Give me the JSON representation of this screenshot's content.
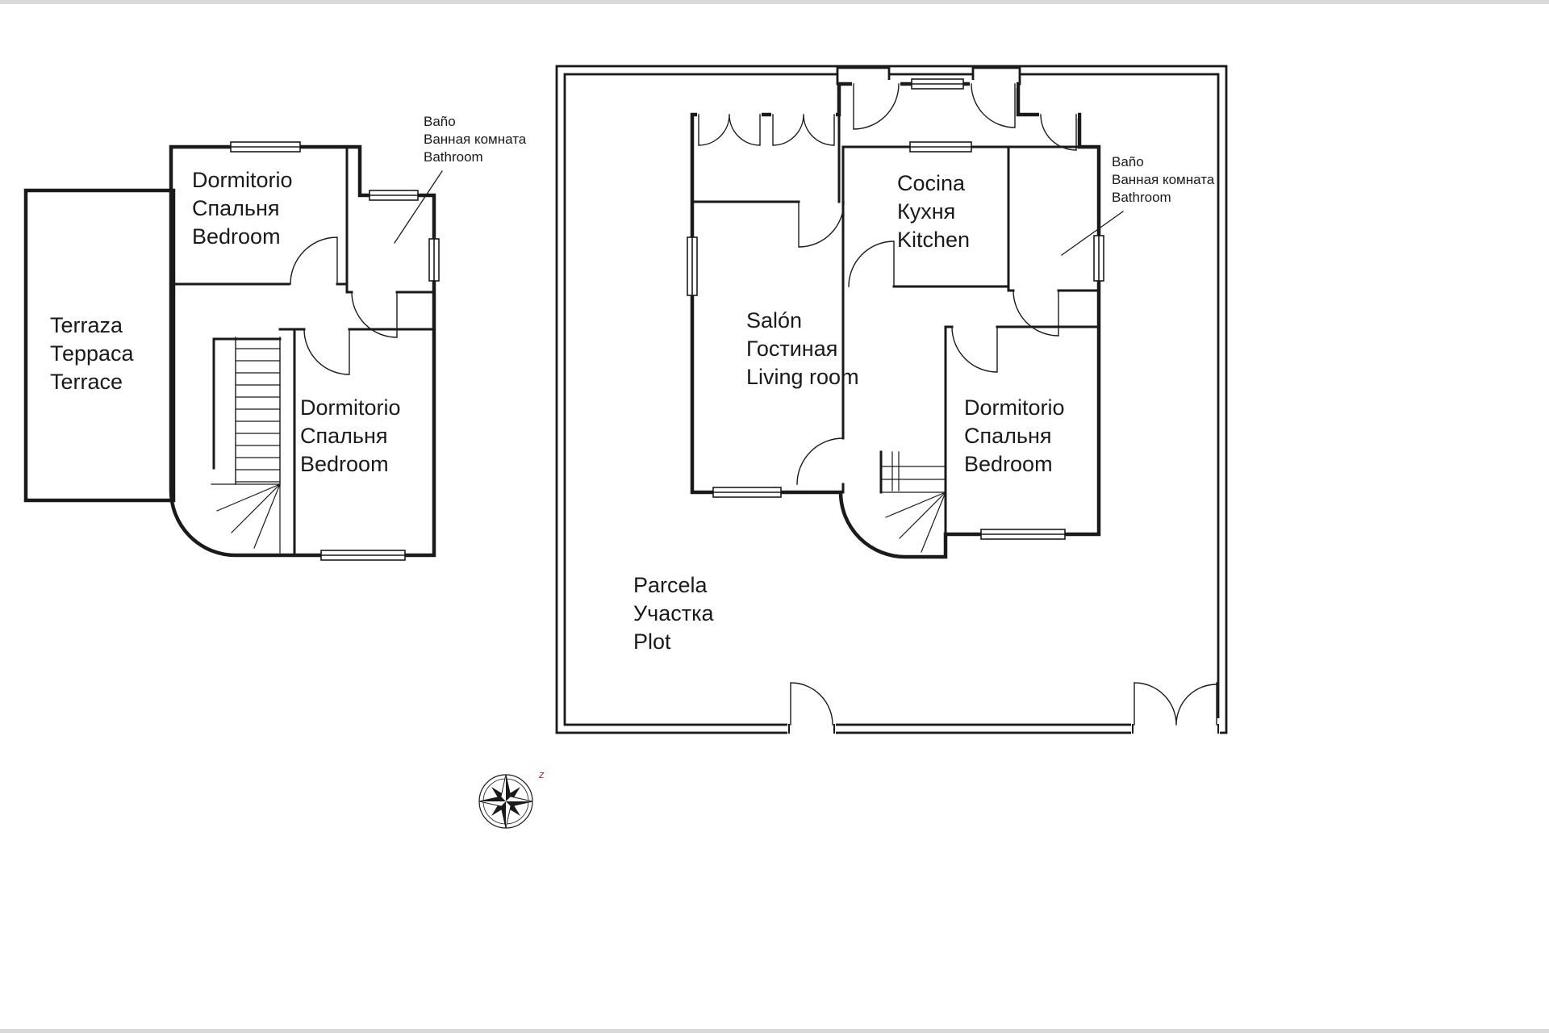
{
  "palette": {
    "background": "#ffffff",
    "line": "#1a1a1a",
    "accent_red": "#c1272d",
    "edge_strip": "#d9d9d9"
  },
  "upper_floor_plan": {
    "bedroom_top": {
      "es": "Dormitorio",
      "ru": "Спальня",
      "en": "Bedroom"
    },
    "bathroom_note": {
      "es": "Baño",
      "ru": "Ванная комната",
      "en": "Bathroom"
    },
    "terrace": {
      "es": "Terraza",
      "ru": "Терраса",
      "en": "Terrace"
    },
    "bedroom_bottom": {
      "es": "Dormitorio",
      "ru": "Спальня",
      "en": "Bedroom"
    }
  },
  "ground_floor_plan": {
    "kitchen": {
      "es": "Cocina",
      "ru": "Кухня",
      "en": "Kitchen"
    },
    "bathroom_note": {
      "es": "Baño",
      "ru": "Ванная комната",
      "en": "Bathroom"
    },
    "living_room": {
      "es": "Salón",
      "ru": "Гостиная",
      "en": "Living room"
    },
    "bedroom": {
      "es": "Dormitorio",
      "ru": "Спальня",
      "en": "Bedroom"
    },
    "plot": {
      "es": "Parcela",
      "ru": "Участка",
      "en": "Plot"
    }
  },
  "compass": {
    "marker": "z"
  }
}
